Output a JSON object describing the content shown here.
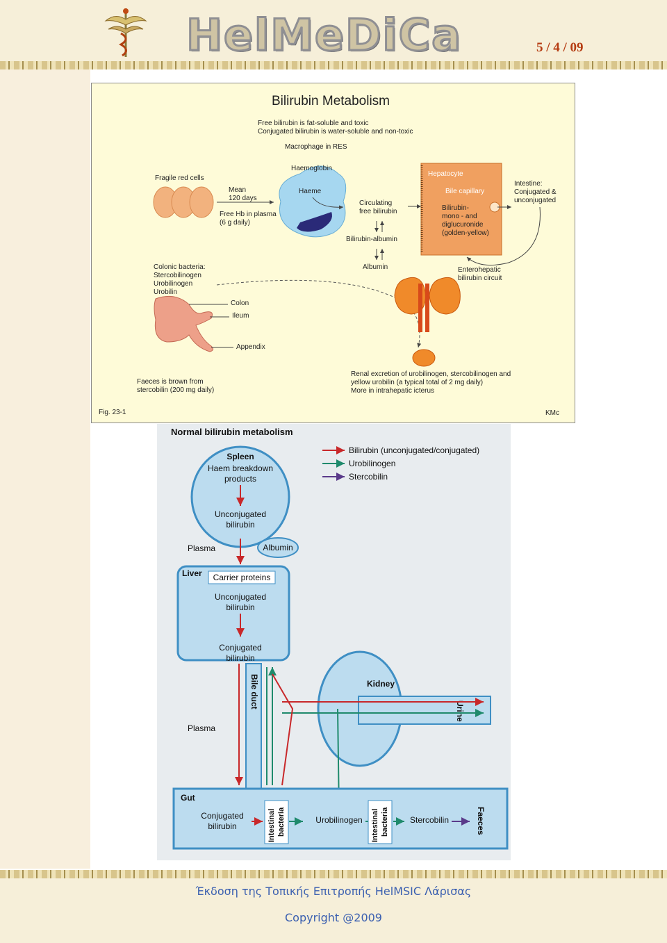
{
  "header": {
    "brand": "HelMeDiCa",
    "date": "5 / 4 / 09"
  },
  "figure1": {
    "title": "Bilirubin  Metabolism",
    "subtitle1": "Free bilirubin is fat-soluble and toxic",
    "subtitle2": "Conjugated bilirubin is water-soluble and non-toxic",
    "macrophage": "Macrophage in RES",
    "fragile_cells": "Fragile red cells",
    "mean1": "Mean",
    "mean2": "120 days",
    "free_hb1": "Free Hb in plasma",
    "free_hb2": "(6 g daily)",
    "haemoglobin": "Haemoglobin",
    "haeme": "Haeme",
    "circ1": "Circulating",
    "circ2": "free bilirubin",
    "bili_albumin": "Bilirubin-albumin",
    "albumin": "Albumin",
    "hepatocyte": "Hepatocyte",
    "bile_capillary": "Bile capillary",
    "bilirubin_l1": "Bilirubin-",
    "bilirubin_l2": "mono - and",
    "bilirubin_l3": "diglucuronide",
    "bilirubin_l4": "(golden-yellow)",
    "intestine1": "Intestine:",
    "intestine2": "Conjugated &",
    "intestine3": "unconjugated",
    "enterohepatic1": "Enterohepatic",
    "enterohepatic2": "bilirubin circuit",
    "colonic1": "Colonic bacteria:",
    "colonic2": "Stercobilinogen",
    "colonic3": "Urobilinogen",
    "colonic4": "Urobilin",
    "colon": "Colon",
    "ileum": "Ileum",
    "appendix": "Appendix",
    "faeces1": "Faeces is brown from",
    "faeces2": "stercobilin (200 mg daily)",
    "renal1": "Renal excretion of urobilinogen, stercobilinogen and",
    "renal2": "yellow urobilin (a typical total of 2 mg daily)",
    "renal3": "More in intrahepatic icterus",
    "fig_label": "Fig. 23-1",
    "kmc": "KMc"
  },
  "figure2": {
    "title": "Normal bilirubin metabolism",
    "legend": [
      "Bilirubin (unconjugated/conjugated)",
      "Urobilinogen",
      "Stercobilin"
    ],
    "spleen": "Spleen",
    "haem1": "Haem breakdown",
    "haem2": "products",
    "unconj1": "Unconjugated",
    "unconj2": "bilirubin",
    "plasma": "Plasma",
    "albumin": "Albumin",
    "liver": "Liver",
    "carrier": "Carrier proteins",
    "conj1": "Conjugated",
    "conj2": "bilirubin",
    "bile_duct": "Bile duct",
    "plasma2": "Plasma",
    "kidney": "Kidney",
    "urine": "Urine",
    "gut": "Gut",
    "intestinal1": "Intestinal",
    "intestinal2": "bacteria",
    "urobilinogen": "Urobilinogen",
    "stercobilin": "Stercobilin",
    "faeces": "Faeces"
  },
  "colors": {
    "bilirubin_arrow": "#c8282a",
    "urobilinogen_arrow": "#1f8a6c",
    "stercobilin_arrow": "#5a3a8a",
    "diagram_blue": "#3f8fc4",
    "hepatocyte": "#f0a060"
  },
  "footer": {
    "line1": "Έκδοση της Τοπικής Επιτροπής HelMSIC Λάρισας",
    "line2": "Copyright @2009"
  }
}
